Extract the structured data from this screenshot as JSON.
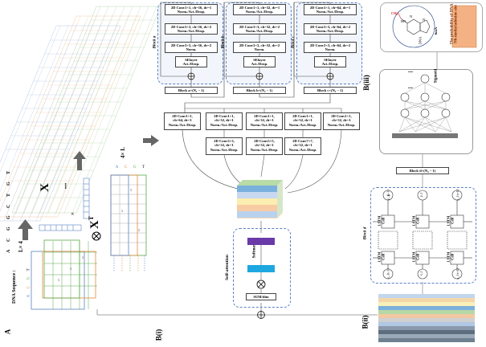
{
  "panels": {
    "a": "A",
    "bi": "B(i)",
    "bii": "B(ii)",
    "biii": "B(iii)"
  },
  "sequence": {
    "label": "DNA Sequence :",
    "bases": [
      "A",
      "C",
      "G",
      "G",
      "C",
      "T",
      "G",
      "T"
    ],
    "matrix_dim": "L× 4",
    "x": "X",
    "xt": "X",
    "xt_sup": "T",
    "times": "×",
    "dots": "...",
    "transpose_dim": "4× L",
    "row_labels": [
      "A",
      "C",
      "G",
      "T"
    ],
    "one_value": "1"
  },
  "block_a": {
    "label": "Block a",
    "items": [
      "2D Conv1×1, ch=16, dr=1\nNorm./Act./Drop.",
      "2D Conv3×3, ch=16, dr=2\nNorm./Act./Drop.",
      "2D Conv3×3, ch=16, dr=2\nNorm.",
      "SElayer\nAct./Drop."
    ],
    "repeat": "Block a×(N₁ − 1)"
  },
  "block_b": {
    "label": "Block b",
    "items": [
      "2D Conv1×1, ch=32, dr=1\nNorm./Act./Drop.",
      "2D Conv3×3, ch=32, dr=2\nNorm./Act./Drop.",
      "2D Conv3×3, ch=32, dr=2\nNorm.",
      "SElayer\nAct./Drop."
    ],
    "repeat": "Block b×(N₂ − 1)"
  },
  "block_c": {
    "label": "Block c",
    "items": [
      "2D Conv1×1, ch=64, dr=1\nNorm./Act./Drop.",
      "2D Conv3×3, ch=64, dr=2\nNorm./Act./Drop.",
      "2D Conv3×3, ch=64, dr=2\nNorm.",
      "SElayer\nAct./Drop."
    ],
    "repeat": "Block c×(N₃ − 1)"
  },
  "inception": {
    "top": [
      "2D Conv1×1,\nch=64, dr=1\nNorm./Act./Drop.",
      "2D Conv1×1,\nch=32, dr=1\nNorm./Act./Drop.",
      "2D Conv1×1,\nch=32, dr=1\nNorm./Act./Drop.",
      "2D Conv1×1,\nch=32, dr=1\nNorm./Act./Drop.",
      "2D Conv1×1,\nch=32, dr=1\nNorm./Act./Drop."
    ],
    "bottom": [
      "2D Conv3×3,\nch=32, dr=1\nNorm./Act./Drop.",
      "2D Conv5×5,\nch=32, dr=1\nNorm./Act./Drop.",
      "2D Conv7×7,\nch=32, dr=1\nNorm./Act./Drop."
    ]
  },
  "attention": {
    "label": "Self-attention",
    "softmax": "Softmax",
    "sum": "SUM/dim"
  },
  "lstm": {
    "block_label": "Block d",
    "cell": "LSTM\nCell",
    "y_labels": [
      "y_{t-1}",
      "y_t",
      "y_{t+1}"
    ],
    "x_labels": [
      "x_{t-1}",
      "x_t",
      "x_{t+1}"
    ],
    "repeat": "Block d×(N₄ − 1)"
  },
  "output": {
    "sigmoid": "Sigmoid",
    "dots": "...",
    "note": "The probability of DNA\nN6-methyladenine site"
  },
  "molecule": {
    "ch3": "CH₃",
    "hn": "HN",
    "n6": "6mA",
    "dna": "DNA",
    "n1": "N",
    "n7": "N"
  },
  "colors": {
    "blue": "#5b82c4",
    "orange": "#e58a3a",
    "green": "#5aa84a",
    "purple": "#6a3aa8",
    "cyan": "#1ea7e0",
    "red": "#d02020"
  }
}
